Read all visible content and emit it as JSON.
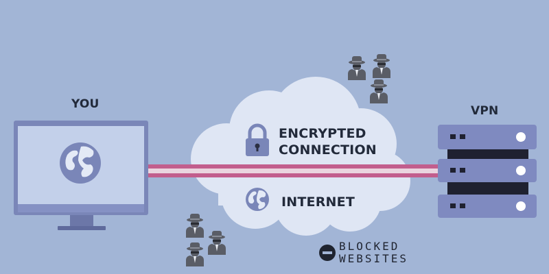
{
  "labels": {
    "you": "YOU",
    "vpn": "VPN",
    "encrypted_line1": "ENCRYPTED",
    "encrypted_line2": "CONNECTION",
    "internet": "INTERNET"
  },
  "watermark": {
    "line1": "BLOCKED",
    "line2": "WEBSITES"
  },
  "icons": {
    "monitor": "monitor-icon",
    "globe": "globe-icon",
    "lock": "lock-icon",
    "server": "server-rack-icon",
    "spy": "spy-icon"
  },
  "colors": {
    "background": "#a2b5d6",
    "monitor_frame": "#7a86b8",
    "screen": "#c3d0ea",
    "cloud": "#dfe6f4",
    "tunnel_pink": "#c25e8d",
    "tunnel_pale": "#ead5df",
    "server_body": "#7f8ac0",
    "server_rack": "#1f2130",
    "spy": "#5a5d66"
  }
}
